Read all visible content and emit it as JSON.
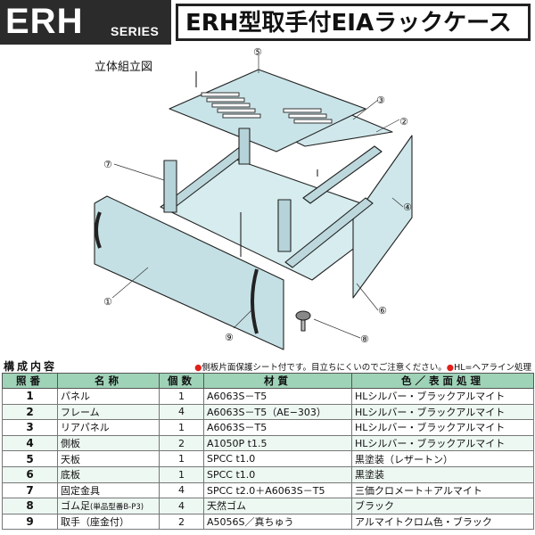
{
  "header": {
    "logo_main": "ERH",
    "logo_sub": "SERIES",
    "title": "ERH型取手付EIAラックケース"
  },
  "diagram": {
    "label": "立体組立図",
    "callouts": [
      "①",
      "②",
      "③",
      "④",
      "⑤",
      "⑥",
      "⑦",
      "⑧",
      "⑨"
    ]
  },
  "parts_list": {
    "title": "構成内容",
    "notice_dot": "●",
    "notice": "側板片面保護シート付です。目立ちにくいのでご注意ください。",
    "notice_dot2": "●",
    "notice2": "HL=ヘアライン処理",
    "columns": [
      "照番",
      "名称",
      "個数",
      "材質",
      "色／表面処理"
    ],
    "rows": [
      {
        "no": "1",
        "name": "パネル",
        "name_note": "",
        "qty": "1",
        "material": "A6063S－T5",
        "finish": "HLシルバー・ブラックアルマイト"
      },
      {
        "no": "2",
        "name": "フレーム",
        "name_note": "",
        "qty": "4",
        "material": "A6063S－T5（AE−303）",
        "finish": "HLシルバー・ブラックアルマイト"
      },
      {
        "no": "3",
        "name": "リアパネル",
        "name_note": "",
        "qty": "1",
        "material": "A6063S－T5",
        "finish": "HLシルバー・ブラックアルマイト"
      },
      {
        "no": "4",
        "name": "側板",
        "name_note": "",
        "qty": "2",
        "material": "A1050P t1.5",
        "finish": "HLシルバー・ブラックアルマイト"
      },
      {
        "no": "5",
        "name": "天板",
        "name_note": "",
        "qty": "1",
        "material": "SPCC t1.0",
        "finish": "黒塗装（レザートン）"
      },
      {
        "no": "6",
        "name": "底板",
        "name_note": "",
        "qty": "1",
        "material": "SPCC t1.0",
        "finish": "黒塗装"
      },
      {
        "no": "7",
        "name": "固定金具",
        "name_note": "",
        "qty": "4",
        "material": "SPCC t2.0＋A6063S－T5",
        "finish": "三価クロメート＋アルマイト"
      },
      {
        "no": "8",
        "name": "ゴム足",
        "name_note": "(単品型番B-P3)",
        "qty": "4",
        "material": "天然ゴム",
        "finish": "ブラック"
      },
      {
        "no": "9",
        "name": "取手（座金付）",
        "name_note": "",
        "qty": "2",
        "material": "A5056S／真ちゅう",
        "finish": "アルマイトクロム色・ブラック"
      }
    ]
  },
  "colors": {
    "logo_bg": "#2b2b2b",
    "table_header": "#9fd3b8",
    "panel_fill": "#cfe7ea",
    "notice_dot": "#e0201a"
  }
}
